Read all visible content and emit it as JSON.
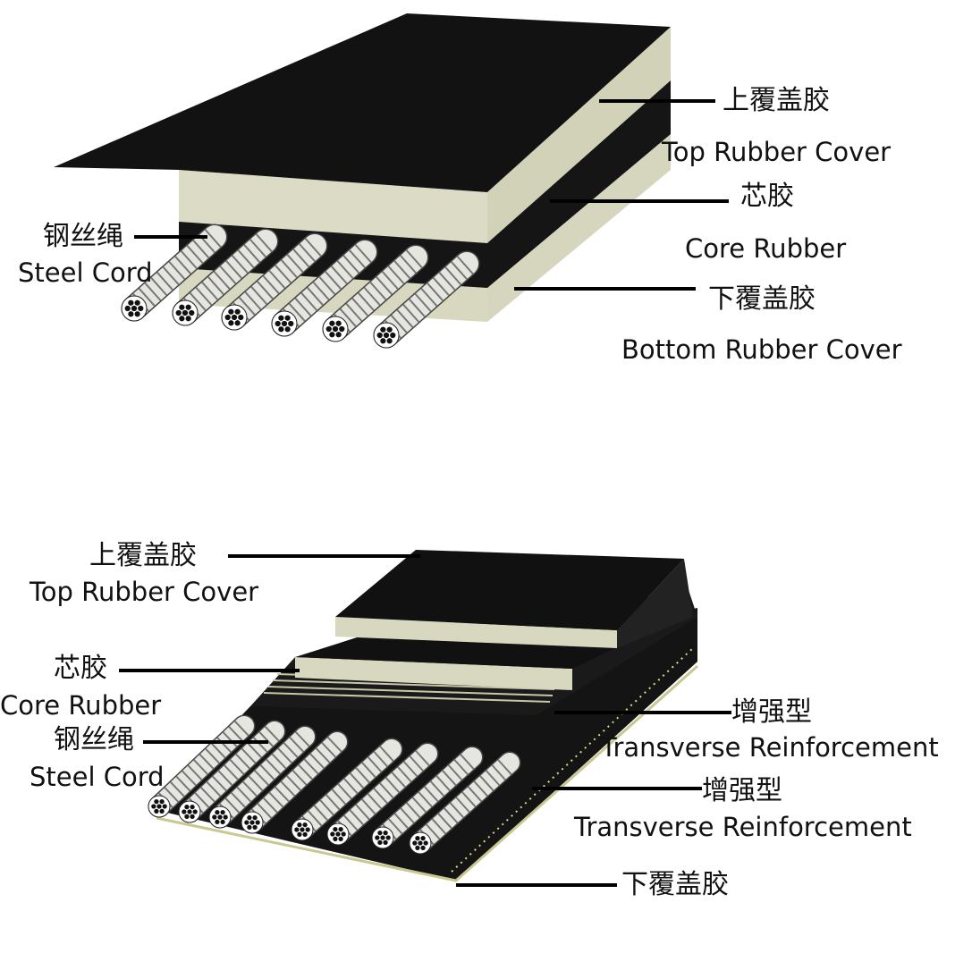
{
  "top_diagram": {
    "labels": {
      "top_cover_zh": "上覆盖胶",
      "top_cover_en": "Top Rubber Cover",
      "core_zh": "芯胶",
      "core_en": "Core Rubber",
      "bottom_cover_zh": "下覆盖胶",
      "bottom_cover_en": "Bottom Rubber Cover",
      "steel_cord_zh": "钢丝绳",
      "steel_cord_en": "Steel Cord"
    }
  },
  "bottom_diagram": {
    "labels": {
      "top_cover_zh": "上覆盖胶",
      "top_cover_en": "Top Rubber Cover",
      "core_zh": "芯胶",
      "core_en": "Core Rubber",
      "steel_cord_zh": "钢丝绳",
      "steel_cord_en": "Steel Cord",
      "reinforcement_1_zh": "增强型",
      "reinforcement_1_en": "Transverse Reinforcement",
      "reinforcement_2_zh": "增强型",
      "reinforcement_2_en": "Transverse Reinforcement",
      "bottom_cover_zh": "下覆盖胶"
    }
  },
  "colors": {
    "rubber_black": "#111111",
    "rubber_beige": "#d8d8c0",
    "cord": "#e6e6e0"
  }
}
